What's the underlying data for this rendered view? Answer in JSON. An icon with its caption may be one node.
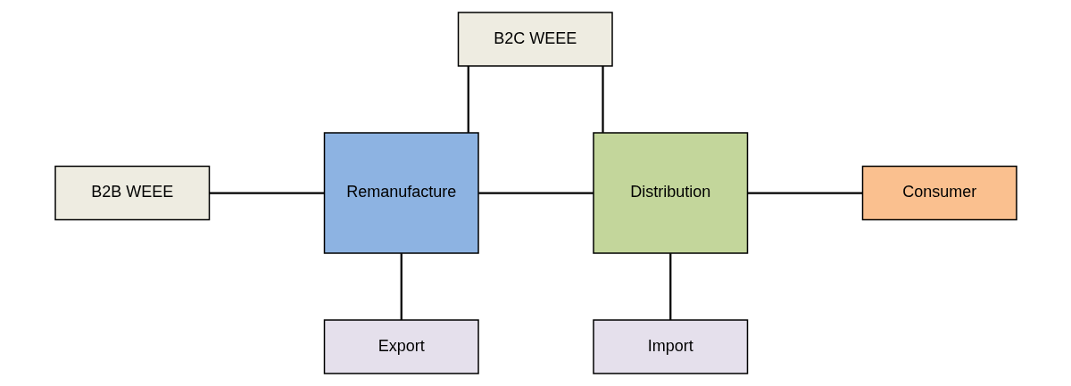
{
  "diagram": {
    "nodes": [
      {
        "text": [
          "B2C WEEE"
        ]
      },
      {
        "text": [
          "B2B WEEE"
        ]
      },
      {
        "text": [
          "Remanufacture"
        ]
      },
      {
        "text": [
          "Distribution"
        ]
      },
      {
        "text": [
          "Consumer"
        ]
      },
      {
        "text": [
          "Export"
        ]
      },
      {
        "text": [
          "Import"
        ]
      }
    ],
    "edges": [
      {
        "from": 0,
        "to": 2,
        "arrow": "none"
      },
      {
        "from": 0,
        "to": 3,
        "arrow": "none"
      },
      {
        "from": 1,
        "to": 2,
        "arrow": "none"
      },
      {
        "from": 2,
        "to": 3,
        "arrow": "none"
      },
      {
        "from": 3,
        "to": 4,
        "arrow": "none"
      },
      {
        "from": 2,
        "to": 5,
        "arrow": "none"
      },
      {
        "from": 3,
        "to": 6,
        "arrow": "none"
      }
    ]
  }
}
